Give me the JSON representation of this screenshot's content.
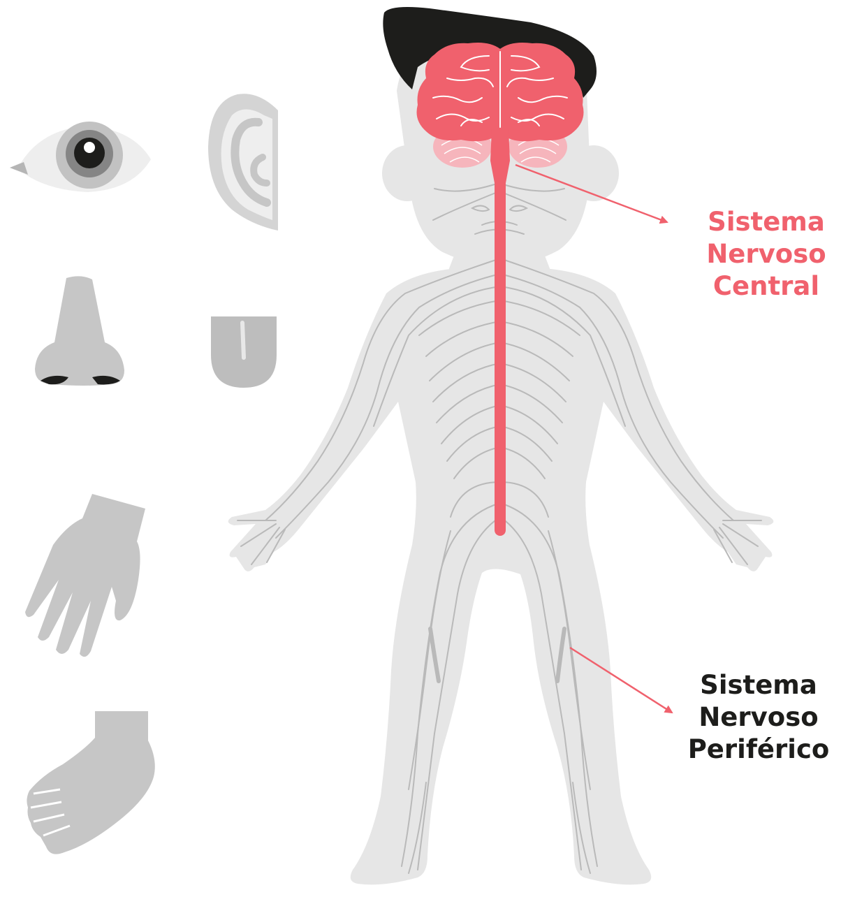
{
  "labels": {
    "central": {
      "lines": [
        "Sistema",
        "Nervoso",
        "Central"
      ],
      "color": "#f0616d"
    },
    "peripheral": {
      "lines": [
        "Sistema",
        "Nervoso",
        "Periférico"
      ],
      "color": "#1d1d1b"
    }
  },
  "colors": {
    "accent": "#f0616d",
    "body": "#e6e6e6",
    "nerves": "#b9b9b9",
    "organs": "#c6c6c6",
    "hair": "#1d1d1b"
  },
  "sense_organs": [
    "eye-icon",
    "ear-icon",
    "nose-icon",
    "tongue-icon",
    "hand-icon",
    "foot-icon"
  ]
}
